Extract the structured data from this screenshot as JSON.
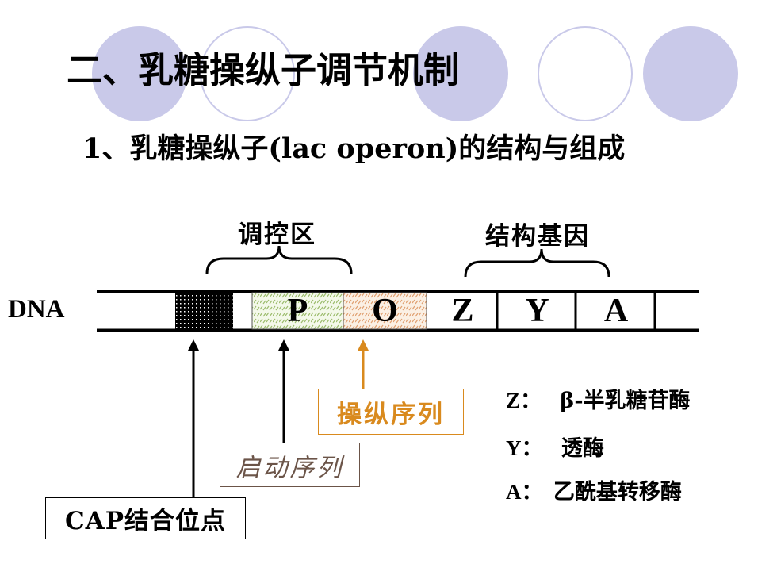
{
  "title": "二、乳糖操纵子调节机制",
  "subtitle": "1、乳糖操纵子(lac operon)的结构与组成",
  "regions": {
    "regulatory": "调控区",
    "structural": "结构基因"
  },
  "dna_label": "DNA",
  "segments": {
    "p": "P",
    "o": "O",
    "z": "Z",
    "y": "Y",
    "a": "A"
  },
  "callouts": {
    "operator": "操纵序列",
    "promoter": "启动序列",
    "cap_site": "CAP结合位点"
  },
  "legend": [
    {
      "key": "Z：",
      "value": "β-半乳糖苷酶"
    },
    {
      "key": "Y：",
      "value": "透酶"
    },
    {
      "key": "A：",
      "value": "乙酰基转移酶"
    }
  ],
  "colors": {
    "decor_circle": "#c9c9e9",
    "operator_accent": "#d98a1e",
    "promoter_text": "#6b5448",
    "promoter_pattern": "#9cbc6c",
    "operator_pattern": "#e0a070"
  }
}
